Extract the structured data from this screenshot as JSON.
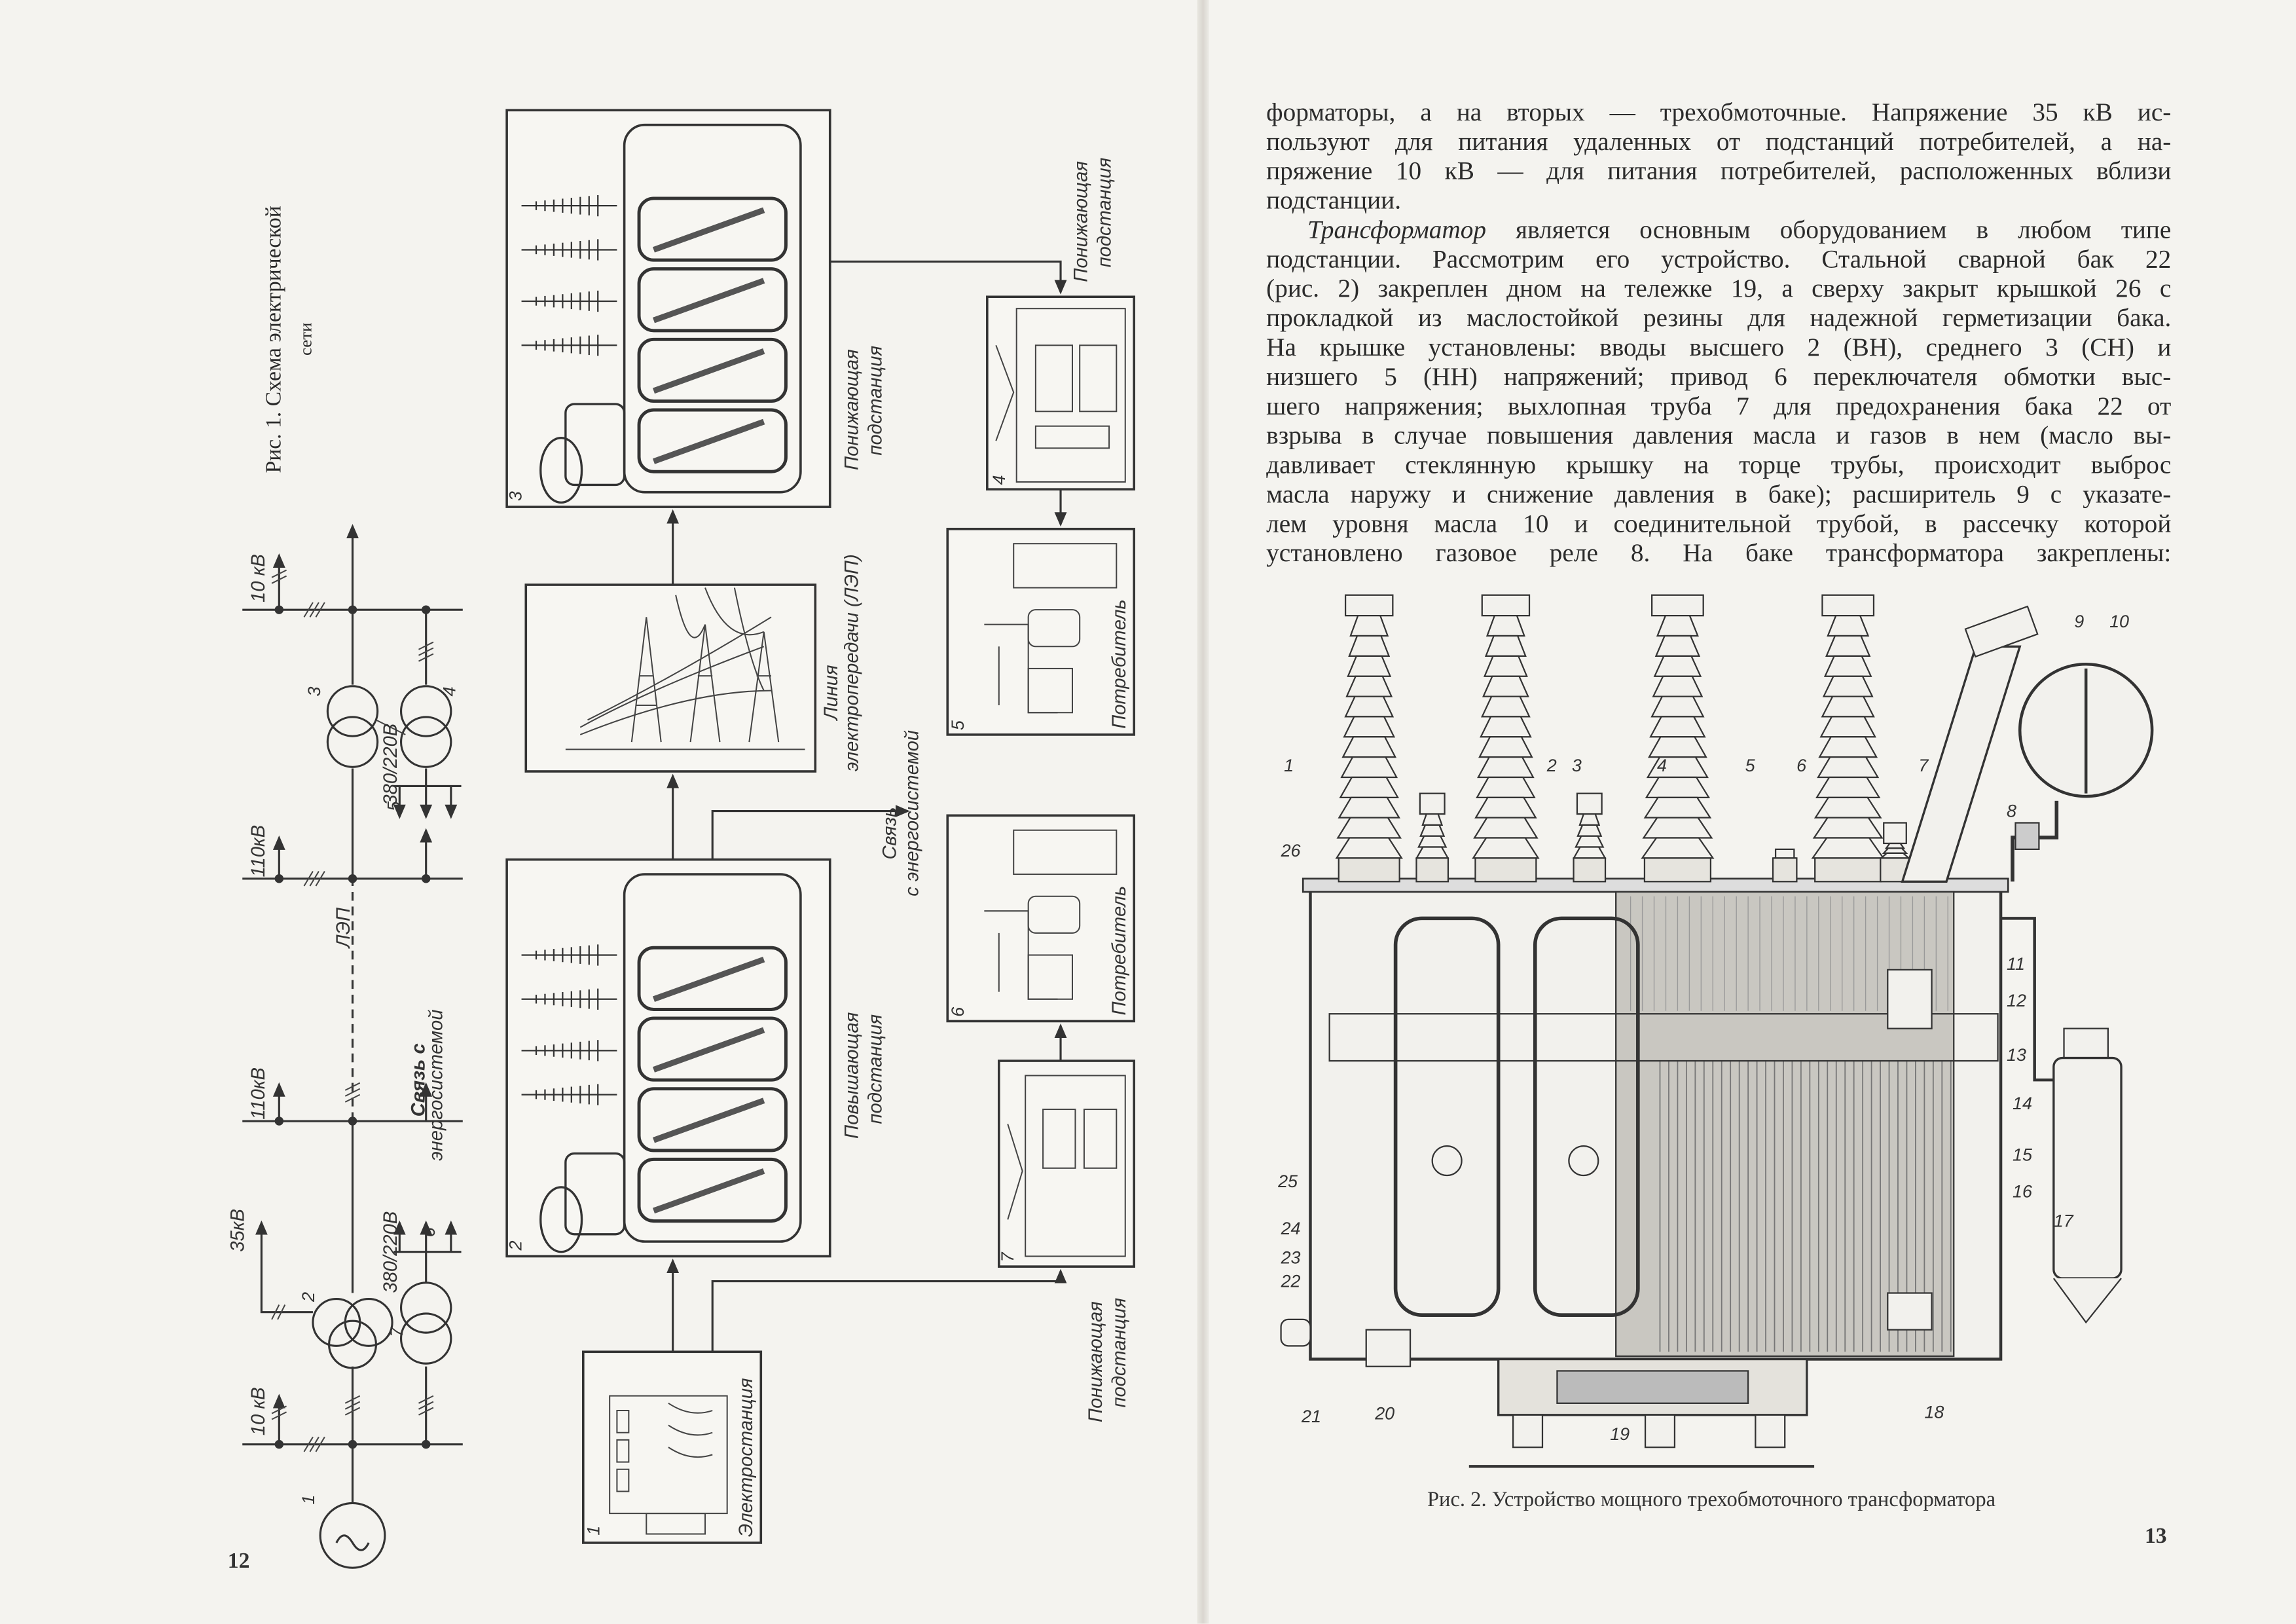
{
  "left_page": {
    "page_number": "12",
    "figure_caption": {
      "line1": "Рис. 1. Схема электрической",
      "line2": "сети"
    },
    "schematic": {
      "bus_top": "10 кВ",
      "bus_upper_110": "110кВ",
      "bus_lower_110": "110кВ",
      "branch_35": "35кВ",
      "bus_bottom": "10 кВ",
      "lep": "ЛЭП",
      "link_line1": "Связь с",
      "link_line2": "энергосистемой",
      "voltage_upper": "380/220В",
      "voltage_lower": "380/220В",
      "numbers": {
        "n1": "1",
        "n2": "2",
        "n3": "3",
        "n4": "4",
        "n5": "5",
        "n6": "6",
        "n7": "7"
      }
    },
    "blocks": {
      "step_down_substation_3": {
        "line1": "Понижающая",
        "line2": "подстанция",
        "number": "3"
      },
      "power_line": {
        "line1": "Линия",
        "line2": "электропередачи (ЛЭП)"
      },
      "grid_link": {
        "line1": "Связь",
        "line2": "с энергосистемой"
      },
      "step_up_substation_2": {
        "line1": "Повышающая",
        "line2": "подстанция",
        "number": "2"
      },
      "power_plant_1": {
        "label": "Электростанция",
        "number": "1"
      },
      "step_down_substation_4": {
        "line1": "Понижающая",
        "line2": "подстанция",
        "number": "4"
      },
      "consumer_5": {
        "label": "Потребитель",
        "number": "5"
      },
      "consumer_6": {
        "label": "Потребитель",
        "number": "6"
      },
      "step_down_substation_7": {
        "line1": "Понижающая",
        "line2": "подстанция",
        "number": "7"
      }
    }
  },
  "right_page": {
    "page_number": "13",
    "paragraph1": [
      "форматоры, а на вторых — трехобмоточные. Напряжение 35 кВ ис-",
      "пользуют для питания удаленных от подстанций потребителей, а на-",
      "пряжение 10 кВ — для питания потребителей, расположенных вблизи",
      "подстанции."
    ],
    "paragraph2_first": {
      "italic": "Трансформатор",
      "rest": " является основным оборудованием в любом типе"
    },
    "paragraph2": [
      "подстанции. Рассмотрим его устройство. Стальной сварной бак 22",
      "(рис. 2) закреплен дном на тележке 19, а сверху закрыт крышкой 26 с",
      "прокладкой из маслостойкой резины для надежной герметизации бака.",
      "На крышке установлены: вводы высшего 2 (ВН), среднего 3 (СН) и",
      "низшего 5 (НН) напряжений; привод 6 переключателя обмотки выс-",
      "шего напряжения; выхлопная труба 7 для предохранения бака 22 от",
      "взрыва в случае повышения давления масла и газов в нем (масло вы-",
      "давливает стеклянную крышку на торце трубы, происходит выброс",
      "масла наружу и снижение давления в баке); расширитель 9 с указате-",
      "лем уровня масла 10 и соединительной трубой, в рассечку которой",
      "установлено газовое реле 8. На баке трансформатора закреплены:"
    ],
    "figure_caption": "Рис. 2. Устройство мощного трехобмоточного трансформатора",
    "figure_labels": {
      "l1": "1",
      "l2": "2",
      "l3": "3",
      "l4": "4",
      "l5": "5",
      "l6": "6",
      "l7": "7",
      "l8": "8",
      "l9": "9",
      "l10": "10",
      "l11": "11",
      "l12": "12",
      "l13": "13",
      "l14": "14",
      "l15": "15",
      "l16": "16",
      "l17": "17",
      "l18": "18",
      "l19": "19",
      "l20": "20",
      "l21": "21",
      "l22": "22",
      "l23": "23",
      "l24": "24",
      "l25": "25",
      "l26": "26"
    }
  }
}
